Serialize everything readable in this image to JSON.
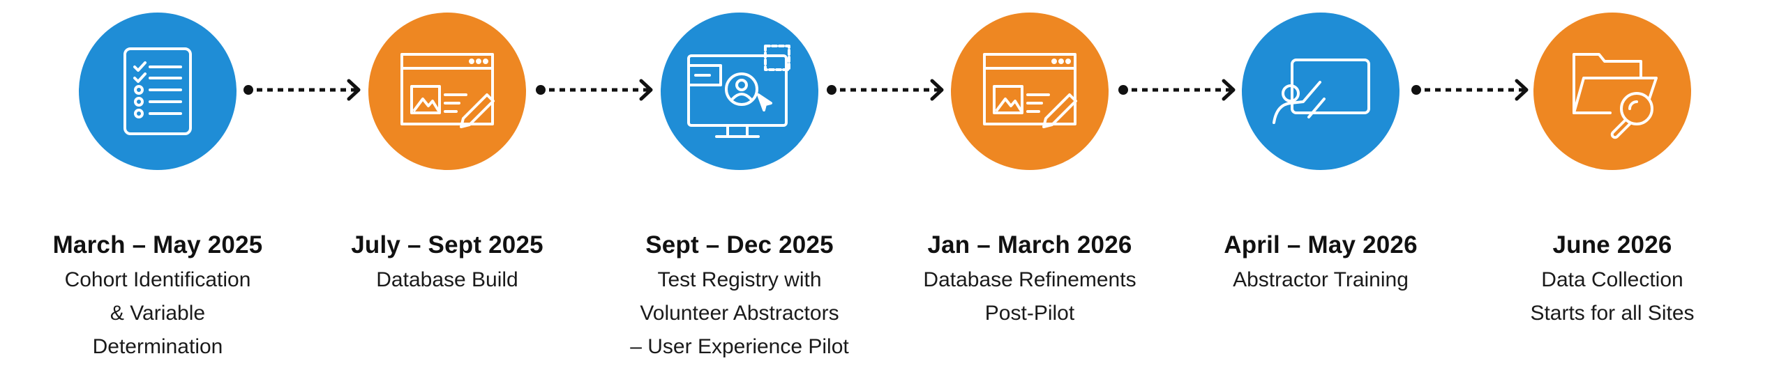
{
  "colors": {
    "blue": "#1f8dd6",
    "orange": "#ee8722",
    "arrow": "#111111"
  },
  "steps": [
    {
      "date": "March – May 2025",
      "desc": "Cohort Identification\n& Variable\nDetermination",
      "color": "blue",
      "icon": "checklist-icon"
    },
    {
      "date": "July – Sept 2025",
      "desc": "Database Build",
      "color": "orange",
      "icon": "web-editor-icon"
    },
    {
      "date": "Sept – Dec 2025",
      "desc": "Test Registry with\nVolunteer Abstractors\n– User Experience Pilot",
      "color": "blue",
      "icon": "monitor-user-icon"
    },
    {
      "date": "Jan – March 2026",
      "desc": "Database Refinements\nPost-Pilot",
      "color": "orange",
      "icon": "web-editor-icon"
    },
    {
      "date": "April – May 2026",
      "desc": "Abstractor Training",
      "color": "blue",
      "icon": "presentation-icon"
    },
    {
      "date": "June 2026",
      "desc": "Data Collection\nStarts for all Sites",
      "color": "orange",
      "icon": "folder-search-icon"
    }
  ]
}
